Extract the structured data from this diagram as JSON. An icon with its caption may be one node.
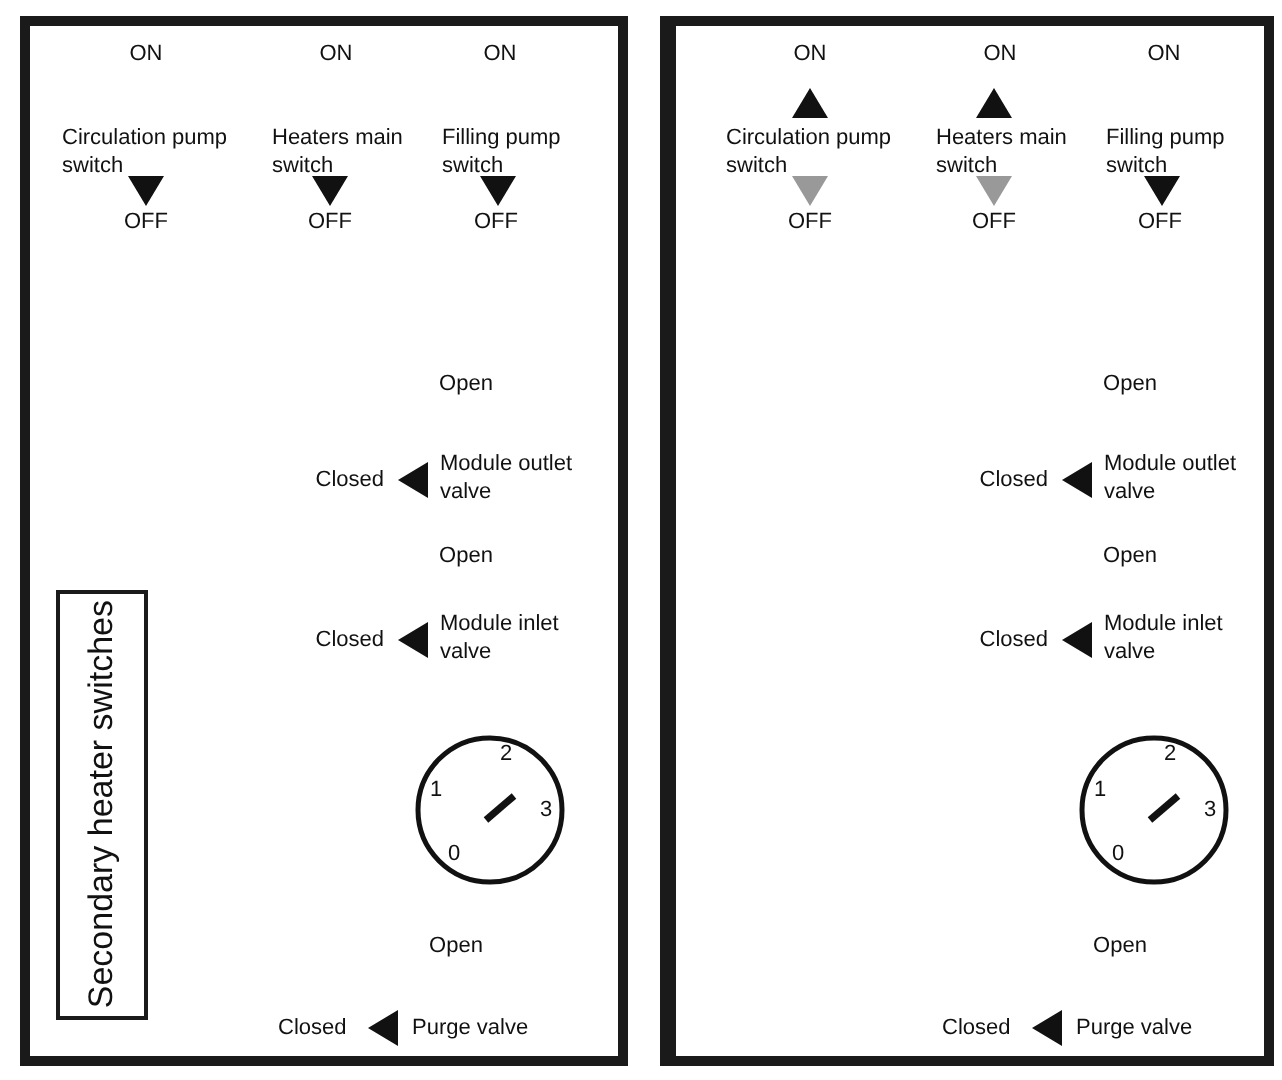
{
  "diagram": {
    "nodes": [
      {
        "text": [],
        "shape": "box"
      },
      {
        "text": [
          "Secondary heater switches"
        ],
        "in": 0
      },
      {
        "text": [],
        "shape": "box"
      }
    ],
    "labels": [
      "ON",
      "ON",
      "ON",
      "Circulation pump switch",
      "Heaters main switch",
      "Filling pump switch",
      "OFF",
      "OFF",
      "OFF",
      "Open",
      "Closed",
      "Module outlet valve",
      "Open",
      "Closed",
      "Module inlet valve",
      "2",
      "1",
      "3",
      "0",
      "Open",
      "Closed",
      "Purge valve",
      "ON",
      "ON",
      "ON",
      "Circulation pump switch",
      "Heaters main switch",
      "Filling pump switch",
      "OFF",
      "OFF",
      "OFF",
      "Open",
      "Closed",
      "Module outlet valve",
      "Open",
      "Closed",
      "Module inlet valve",
      "2",
      "1",
      "3",
      "0",
      "Open",
      "Closed",
      "Purge valve"
    ]
  }
}
